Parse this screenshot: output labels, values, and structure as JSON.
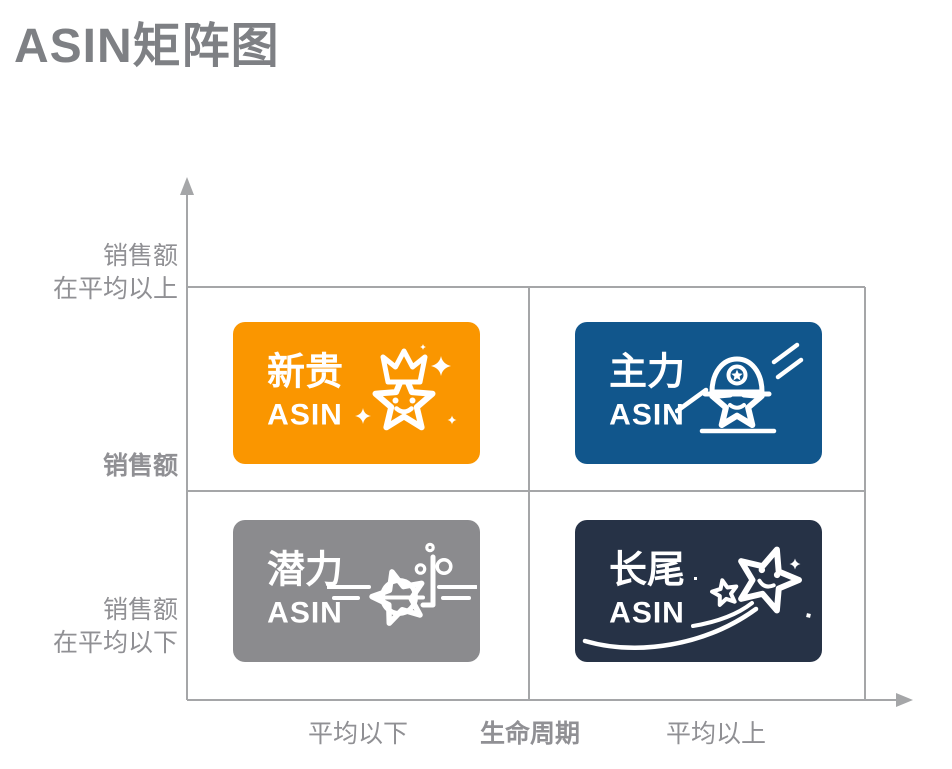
{
  "page": {
    "title": "ASIN矩阵图"
  },
  "colors": {
    "title": "#7E8084",
    "axis": "#A5A6A8",
    "label": "#909094",
    "newcomer": "#FA9600",
    "main_force": "#11568C",
    "potential": "#8B8B8E",
    "long_tail": "#263246",
    "badge_text": "#FFFFFF"
  },
  "y_axis": {
    "above_line1": "销售额",
    "above_line2": "在平均以上",
    "title": "销售额",
    "below_line1": "销售额",
    "below_line2": "在平均以下"
  },
  "x_axis": {
    "below_label": "平均以下",
    "title": "生命周期",
    "above_label": "平均以上"
  },
  "quadrants": {
    "newcomer": {
      "title": "新贵",
      "subtitle": "ASIN",
      "icon": "crowned-star-icon"
    },
    "main_force": {
      "title": "主力",
      "subtitle": "ASIN",
      "icon": "helmet-star-icon"
    },
    "potential": {
      "title": "潜力",
      "subtitle": "ASIN",
      "icon": "diving-star-icon"
    },
    "long_tail": {
      "title": "长尾",
      "subtitle": "ASIN",
      "icon": "shooting-star-icon"
    }
  }
}
